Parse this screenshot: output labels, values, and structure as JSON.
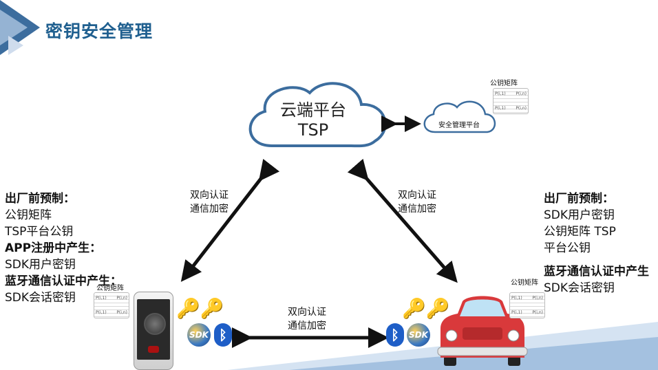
{
  "header": {
    "title": "密钥安全管理"
  },
  "cloud": {
    "line1": "云端平台",
    "line2": "TSP"
  },
  "security_platform": {
    "label": "安全管理平台"
  },
  "matrices": {
    "top_label": "公钥矩阵",
    "left_label": "公钥矩阵",
    "right_label": "公钥矩阵",
    "cell_a": "P(i,1)",
    "cell_b": "P(i,n)"
  },
  "edges": {
    "left": {
      "line1": "双向认证",
      "line2": "通信加密"
    },
    "right": {
      "line1": "双向认证",
      "line2": "通信加密"
    },
    "bottom": {
      "line1": "双向认证",
      "line2": "通信加密"
    }
  },
  "left_panel": {
    "h1": "出厂前预制：",
    "items1": [
      "公钥矩阵",
      "TSP平台公钥"
    ],
    "h2": "APP注册中产生：",
    "items2": [
      "SDK用户密钥"
    ],
    "h3": "蓝牙通信认证中产生：",
    "items3": [
      "SDK会话密钥"
    ]
  },
  "right_panel": {
    "h1": "出厂前预制：",
    "items1": [
      "SDK用户密钥",
      "公钥矩阵 TSP",
      "平台公钥"
    ],
    "h2": "蓝牙通信认证中产生",
    "items2": [
      "SDK会话密钥"
    ]
  },
  "icons": {
    "sdk_text": "SDK",
    "bluetooth": "ᛒ",
    "keys": "🔑🔑"
  },
  "colors": {
    "accent": "#3c6d9e",
    "cloud_stroke": "#3c6d9e",
    "car": "#d9393b",
    "bluetooth": "#1e5ec7"
  }
}
